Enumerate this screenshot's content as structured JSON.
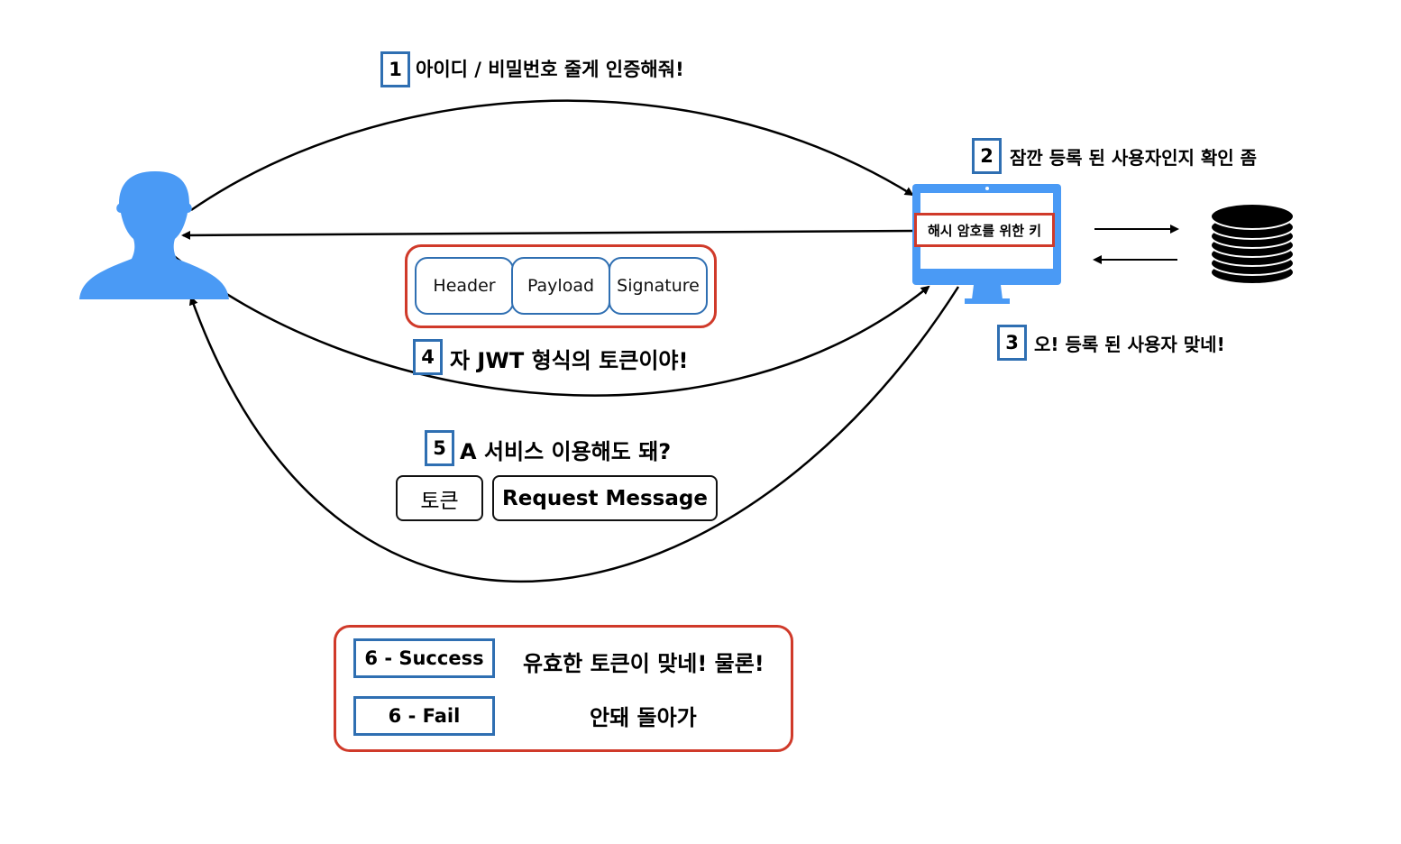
{
  "steps": {
    "s1": {
      "num": "1",
      "text": "아이디 / 비밀번호 줄게 인증해줘!"
    },
    "s2": {
      "num": "2",
      "text": "잠깐 등록 된 사용자인지 확인 좀"
    },
    "s3": {
      "num": "3",
      "text": "오! 등록 된 사용자 맞네!"
    },
    "s4": {
      "num": "4",
      "text": "자 JWT 형식의 토큰이야!"
    },
    "s5": {
      "num": "5",
      "text": "A 서비스 이용해도 돼?"
    }
  },
  "server": {
    "hash_key_label": "해시 암호를 위한 키"
  },
  "jwt_parts": [
    "Header",
    "Payload",
    "Signature"
  ],
  "request": {
    "token_label": "토큰",
    "message_label": "Request Message"
  },
  "results": {
    "success": {
      "badge": "6 - Success",
      "text": "유효한 토큰이 맞네! 물론!"
    },
    "fail": {
      "badge": "6 - Fail",
      "text": "안돼 돌아가"
    }
  },
  "colors": {
    "user_icon": "#4a9af5",
    "monitor": "#4a9af5",
    "step_box": "#2f6fb2",
    "highlight_box": "#d03a2a",
    "database": "#000000"
  },
  "icons": [
    "user-icon",
    "monitor-icon",
    "database-icon"
  ]
}
